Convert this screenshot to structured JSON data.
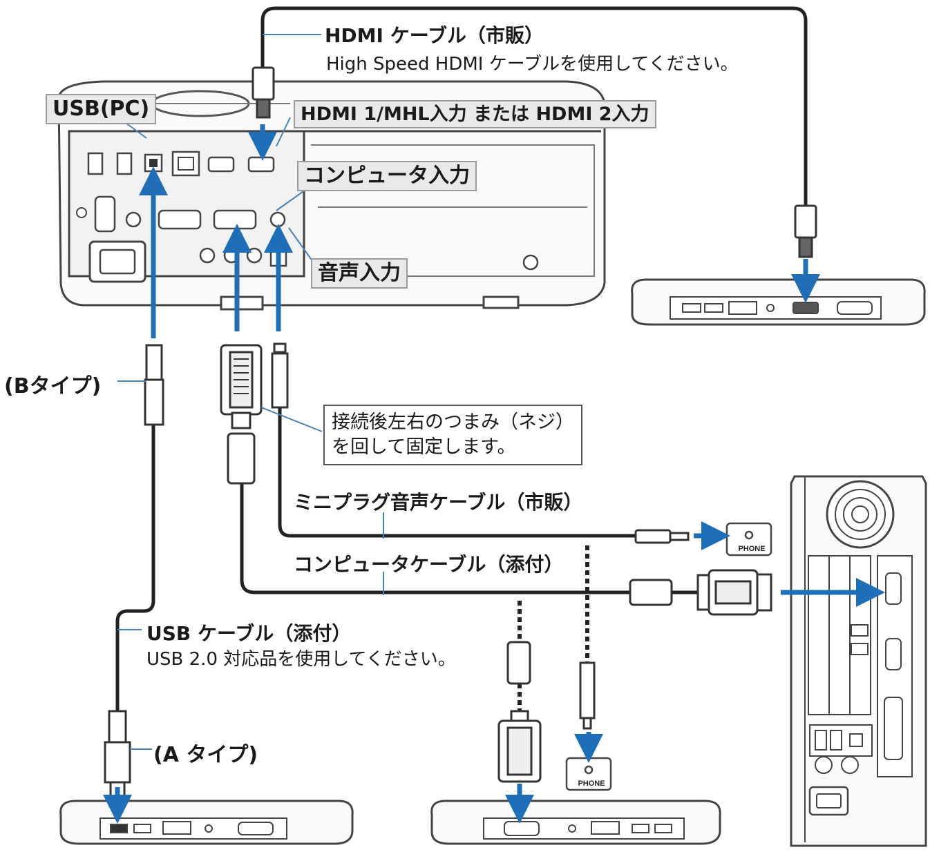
{
  "labels": {
    "hdmi_cable_title": "HDMI ケーブル（市販）",
    "hdmi_cable_note": "High Speed HDMI ケーブルを使用してください。",
    "usb_pc": "USB(PC)",
    "hdmi_input": "HDMI 1/MHL入力 または HDMI 2入力",
    "computer_input": "コンピュータ入力",
    "audio_input": "音声入力",
    "b_type": "(Bタイプ)",
    "screw_note_line1": "接続後左右のつまみ（ネジ）",
    "screw_note_line2": "を回して固定します。",
    "mini_plug_cable": "ミニプラグ音声ケーブル（市販）",
    "computer_cable": "コンピュータケーブル（添付）",
    "usb_cable_title": "USB ケーブル（添付）",
    "usb_cable_note": "USB 2.0 対応品を使用してください。",
    "a_type": "(A タイプ)",
    "phone_jack_1": "PHONE",
    "phone_jack_2": "PHONE"
  },
  "colors": {
    "arrow_blue": "#1f6fb8",
    "cable": "#222222",
    "device_outline": "#444444",
    "callout_fill": "#e9e9e9"
  }
}
